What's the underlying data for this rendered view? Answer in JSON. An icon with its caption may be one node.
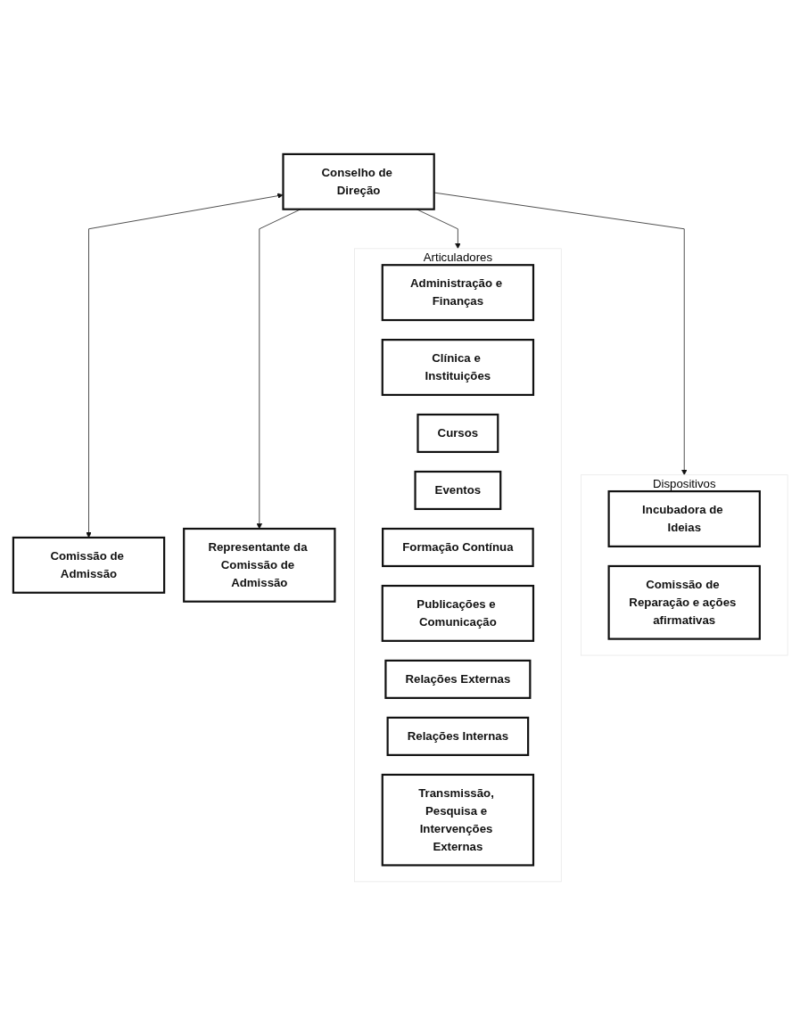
{
  "diagram": {
    "nodes": [
      {
        "text": [
          "Conselho de Direção"
        ]
      },
      {
        "text": [
          "Comissão de Admissão"
        ]
      },
      {
        "text": [
          "Representante da Comissão de Admissão"
        ]
      },
      {
        "text": [
          "Articuladores"
        ]
      },
      {
        "text": [
          "Administração e Finanças"
        ],
        "in": 3
      },
      {
        "text": [
          "Clínica e Instituições"
        ],
        "in": 3
      },
      {
        "text": [
          "Cursos"
        ],
        "in": 3
      },
      {
        "text": [
          "Eventos"
        ],
        "in": 3
      },
      {
        "text": [
          "Formação Contínua"
        ],
        "in": 3
      },
      {
        "text": [
          "Publicações e Comunicação"
        ],
        "in": 3
      },
      {
        "text": [
          "Relações Externas"
        ],
        "in": 3
      },
      {
        "text": [
          "Relações Internas"
        ],
        "in": 3
      },
      {
        "text": [
          "Transmissão, Pesquisa e Intervenções Externas"
        ],
        "in": 3
      },
      {
        "text": [
          "Dispositivos"
        ]
      },
      {
        "text": [
          "Incubadora de Ideias"
        ],
        "in": 13
      },
      {
        "text": [
          "Comissão de Reparação e ações afirmativas"
        ],
        "in": 13
      }
    ],
    "edges": [
      {
        "from": 0,
        "to": 1,
        "arrow": "both"
      },
      {
        "from": 0,
        "to": 2,
        "arrow": "to"
      },
      {
        "from": 0,
        "to": 3,
        "arrow": "to"
      },
      {
        "from": 0,
        "to": 13,
        "arrow": "to"
      }
    ]
  }
}
